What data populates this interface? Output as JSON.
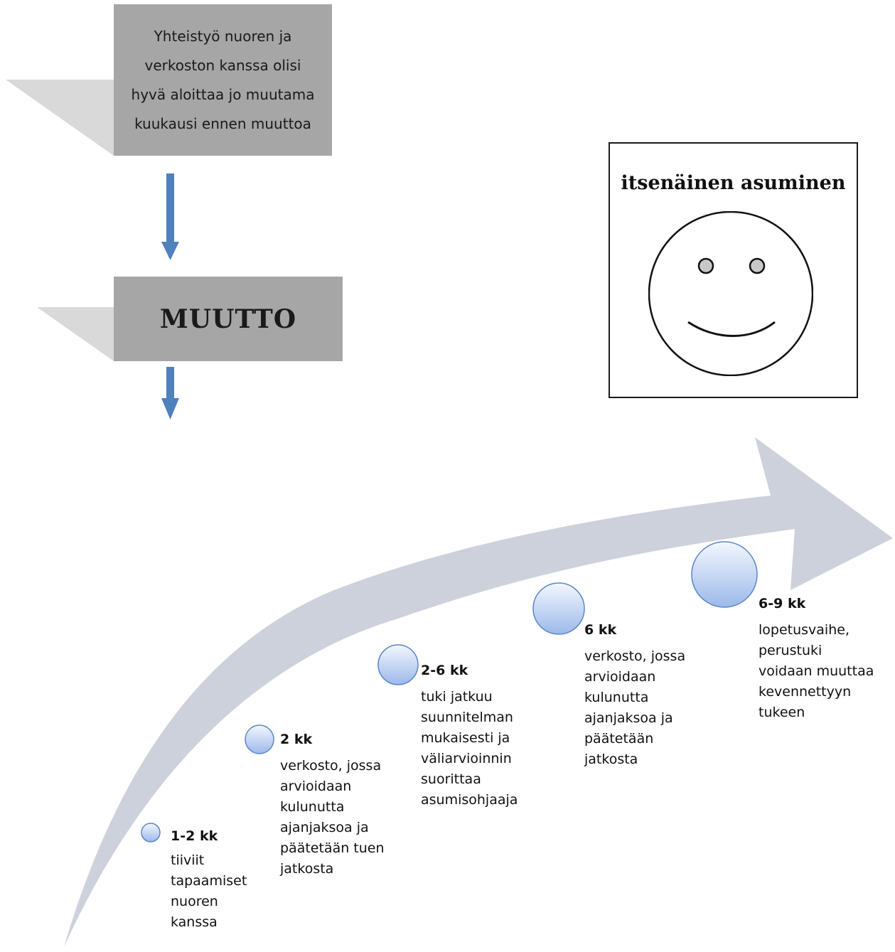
{
  "intro": {
    "text": "Yhteistyö nuoren ja verkoston kanssa olisi hyvä aloittaa jo muutama kuukausi ennen muuttoa"
  },
  "move": {
    "label": "MUUTTO"
  },
  "goal": {
    "title": "itsenäinen asuminen",
    "icon": "smiley-face-icon"
  },
  "stages": [
    {
      "period": "1-2 kk",
      "description": "tiiviit\ntapaamiset\nnuoren\nkanssa"
    },
    {
      "period": "2 kk",
      "description": "verkosto, jossa\narvioidaan\nkulunutta\najanjaksoa ja\npäätetään tuen\njatkosta"
    },
    {
      "period": "2-6 kk",
      "description": "tuki jatkuu\nsuunnitelman\nmukaisesti ja\nväliarvioinnin\nsuorittaa\nasumisohjaaja"
    },
    {
      "period": "6 kk",
      "description": "verkosto, jossa\narvioidaan\nkulunutta\najanjaksoa ja\npäätetään\njatkosta"
    },
    {
      "period": "6-9 kk",
      "description": "lopetusvaihe,\nperustuki\nvoidaan muuttaa\nkevennettyyn\ntukeen"
    }
  ],
  "colors": {
    "callout_box": "#a6a6a6",
    "callout_tail": "#d9d9d9",
    "arrow_blue": "#4f81bd",
    "big_arrow": "#cdd1dc",
    "circle_light": "#e8f0fc",
    "circle_dark": "#a9c4ef",
    "circle_stroke": "#5b86c9"
  }
}
